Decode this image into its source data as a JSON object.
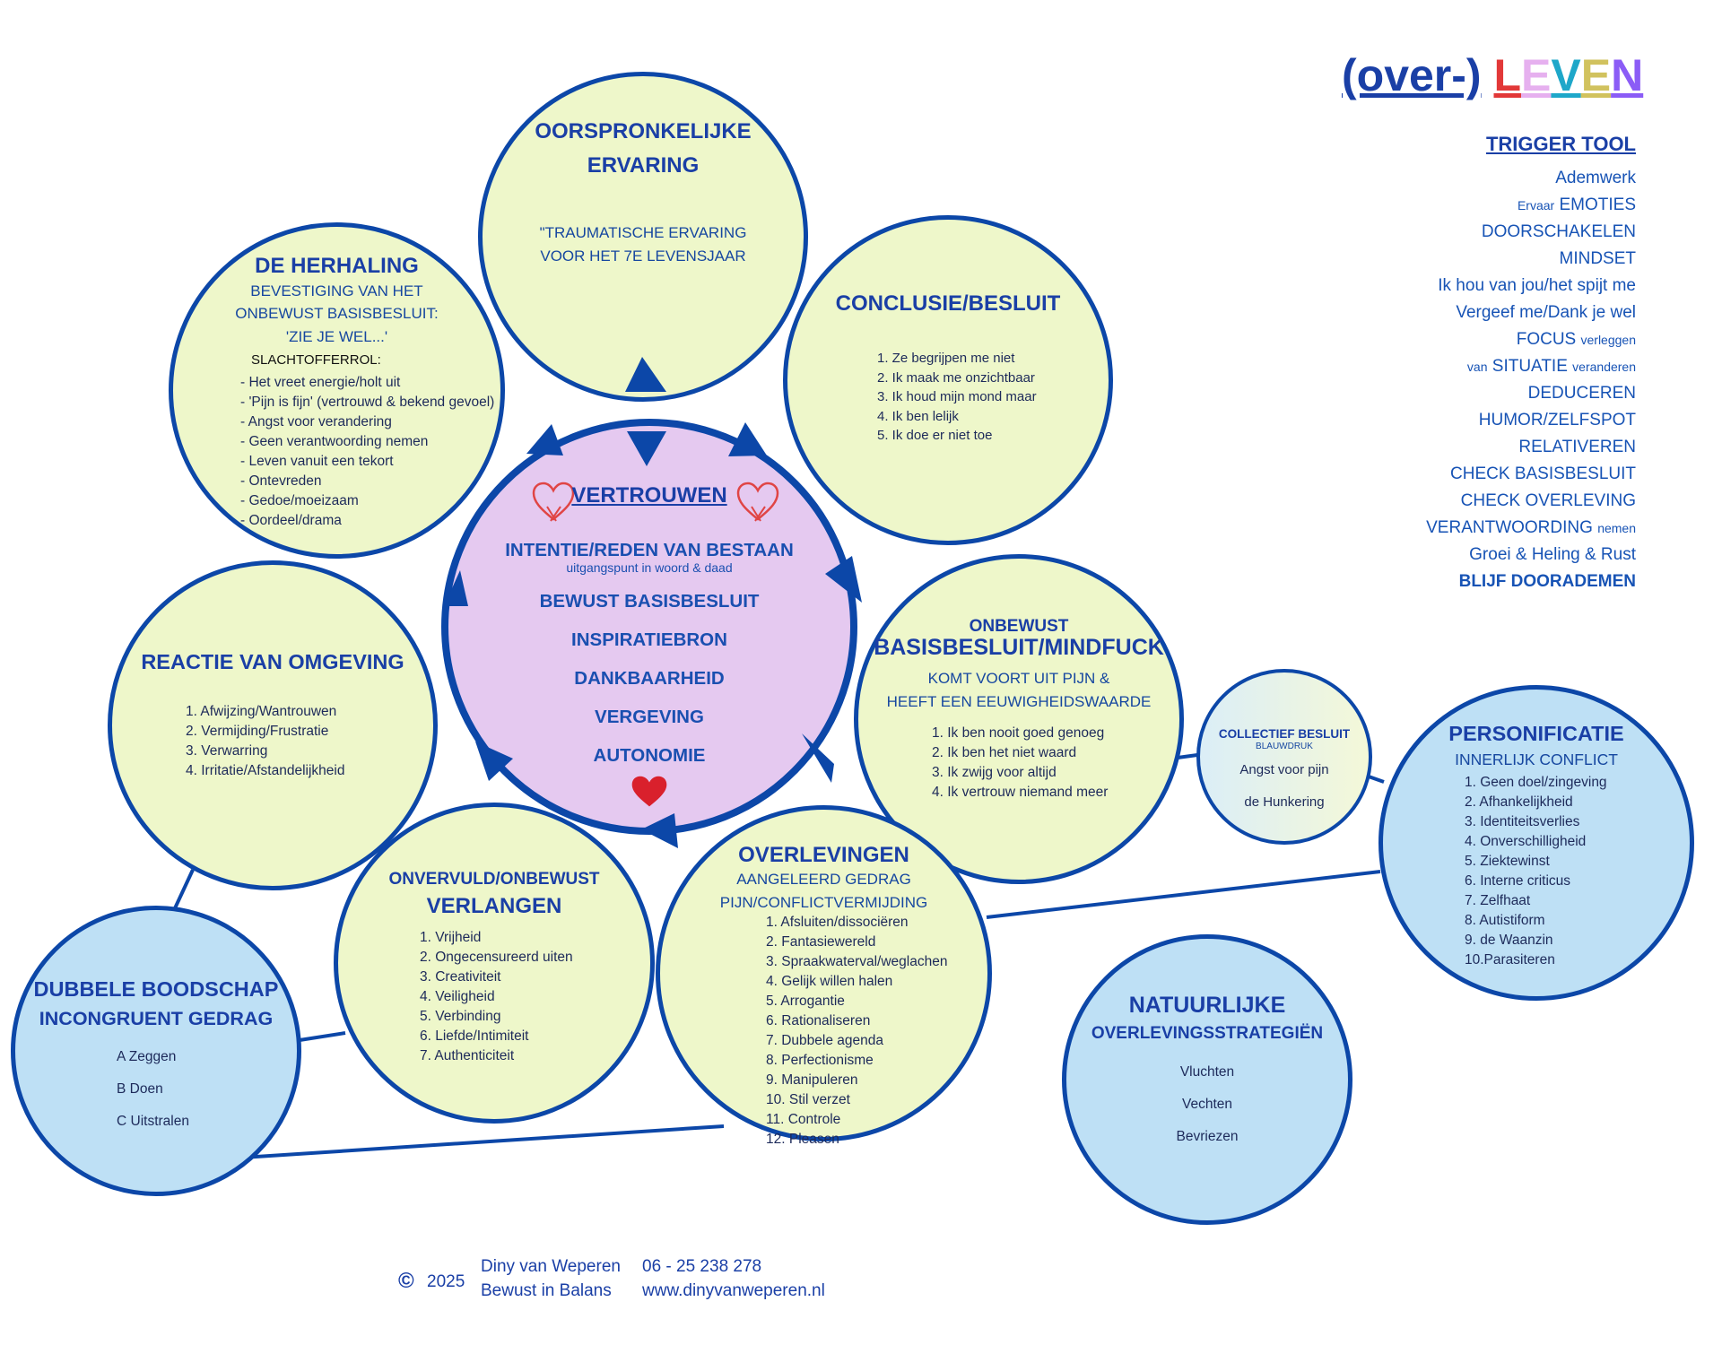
{
  "brand": {
    "prefix": "(over-)",
    "letters": [
      "L",
      "E",
      "V",
      "E",
      "N"
    ],
    "letter_colors": [
      "#e23838",
      "#e6b0ef",
      "#1ea7c9",
      "#d1c25e",
      "#8b5cf6"
    ],
    "prefix_color": "#1a3fa6"
  },
  "trigger_tool": {
    "title": "TRIGGER TOOL",
    "items": [
      {
        "pre": "",
        "main": "Ademwerk",
        "post": ""
      },
      {
        "pre": "Ervaar",
        "main": "EMOTIES",
        "post": ""
      },
      {
        "pre": "",
        "main": "DOORSCHAKELEN",
        "post": ""
      },
      {
        "pre": "",
        "main": "MINDSET",
        "post": ""
      },
      {
        "pre": "",
        "main": "Ik hou van jou/het spijt me",
        "post": ""
      },
      {
        "pre": "",
        "main": "Vergeef me/Dank je wel",
        "post": ""
      },
      {
        "pre": "",
        "main": "FOCUS",
        "post": "verleggen"
      },
      {
        "pre": "van",
        "main": "SITUATIE",
        "post": "veranderen"
      },
      {
        "pre": "",
        "main": "DEDUCEREN",
        "post": ""
      },
      {
        "pre": "",
        "main": "HUMOR/ZELFSPOT",
        "post": ""
      },
      {
        "pre": "",
        "main": "RELATIVEREN",
        "post": ""
      },
      {
        "pre": "",
        "main": "CHECK BASISBESLUIT",
        "post": ""
      },
      {
        "pre": "",
        "main": "CHECK OVERLEVING",
        "post": ""
      },
      {
        "pre": "",
        "main": "VERANTWOORDING",
        "post": "nemen"
      },
      {
        "pre": "",
        "main": "Groei & Heling & Rust",
        "post": ""
      },
      {
        "pre": "",
        "main": "BLIJF DOORADEMEN",
        "post": ""
      }
    ]
  },
  "oorspronkelijk": {
    "title1": "OORSPRONKELIJKE",
    "title2": "ERVARING",
    "sub1": "\"TRAUMATISCHE ERVARING",
    "sub2": "VOOR HET 7E LEVENSJAAR"
  },
  "herhaling": {
    "title": "DE HERHALING",
    "sub1": "BEVESTIGING VAN HET",
    "sub2": "ONBEWUST BASISBESLUIT:",
    "sub3": "'ZIE JE WEL...'",
    "role": "SLACHTOFFERROL:",
    "items": [
      "- Het vreet energie/holt uit",
      "- 'Pijn is fijn' (vertrouwd & bekend gevoel)",
      "- Angst voor verandering",
      "- Geen verantwoording nemen",
      "- Leven vanuit een tekort",
      "- Ontevreden",
      "- Gedoe/moeizaam",
      "- Oordeel/drama"
    ]
  },
  "conclusie": {
    "title": "CONCLUSIE/BESLUIT",
    "items": [
      "1. Ze begrijpen me niet",
      "2. Ik maak me onzichtbaar",
      "3. Ik houd mijn mond maar",
      "4. Ik ben lelijk",
      "5. Ik doe er niet toe"
    ]
  },
  "center": {
    "title": "VERTROUWEN",
    "intentie": "INTENTIE/REDEN VAN BESTAAN",
    "intentie_sub": "uitgangspunt in woord & daad",
    "lines": [
      "BEWUST BASISBESLUIT",
      "INSPIRATIEBRON",
      "DANKBAARHEID",
      "VERGEVING",
      "AUTONOMIE"
    ]
  },
  "onbewust": {
    "label": "ONBEWUST",
    "title": "BASISBESLUIT/MINDFUCK",
    "sub1": "KOMT VOORT UIT PIJN &",
    "sub2": "HEEFT EEN EEUWIGHEIDSWAARDE",
    "items": [
      "1. Ik ben nooit goed genoeg",
      "2. Ik ben het niet waard",
      "3. Ik zwijg voor altijd",
      "4. Ik vertrouw niemand meer"
    ]
  },
  "reactie": {
    "title": "REACTIE VAN OMGEVING",
    "items": [
      "1. Afwijzing/Wantrouwen",
      "2. Vermijding/Frustratie",
      "3. Verwarring",
      "4. Irritatie/Afstandelijkheid"
    ]
  },
  "collectief": {
    "title": "COLLECTIEF BESLUIT",
    "sub": "BLAUWDRUK",
    "line1": "Angst voor pijn",
    "line2": "de Hunkering"
  },
  "personificatie": {
    "title": "PERSONIFICATIE",
    "sub": "INNERLIJK CONFLICT",
    "items": [
      "1. Geen doel/zingeving",
      "2. Afhankelijkheid",
      "3. Identiteitsverlies",
      "4. Onverschilligheid",
      "5. Ziektewinst",
      "6. Interne criticus",
      "7. Zelfhaat",
      "8. Autistiform",
      "9. de Waanzin",
      "10.Parasiteren"
    ]
  },
  "verlangen": {
    "title1": "ONVERVULD/ONBEWUST",
    "title2": "VERLANGEN",
    "items": [
      "1. Vrijheid",
      "2. Ongecensureerd uiten",
      "3. Creativiteit",
      "4. Veiligheid",
      "5. Verbinding",
      "6. Liefde/Intimiteit",
      "7. Authenticiteit"
    ]
  },
  "overlevingen": {
    "title": "OVERLEVINGEN",
    "sub1": "AANGELEERD GEDRAG",
    "sub2": "PIJN/CONFLICTVERMIJDING",
    "items": [
      "1. Afsluiten/dissociëren",
      "2. Fantasiewereld",
      "3. Spraakwaterval/weglachen",
      "4. Gelijk willen halen",
      "5. Arrogantie",
      "6. Rationaliseren",
      "7. Dubbele agenda",
      "8. Perfectionisme",
      "9. Manipuleren",
      "10. Stil verzet",
      "11. Controle",
      "12. Pleasen"
    ]
  },
  "dubbele": {
    "title1": "DUBBELE BOODSCHAP",
    "title2": "INCONGRUENT GEDRAG",
    "items": [
      "A Zeggen",
      "B Doen",
      "C Uitstralen"
    ]
  },
  "natuurlijke": {
    "title1": "NATUURLIJKE",
    "title2": "OVERLEVINGSSTRATEGIËN",
    "items": [
      "Vluchten",
      "Vechten",
      "Bevriezen"
    ]
  },
  "footer": {
    "copyright_symbol": "©",
    "year": "2025",
    "name": "Diny van Weperen",
    "company": "Bewust in Balans",
    "phone": "06 - 25 238 278",
    "website": "www.dinyvanweperen.nl"
  },
  "colors": {
    "border": "#0c47a8",
    "green_fill": "#eef7ca",
    "blue_fill": "#bee0f5",
    "purple_fill": "#e5c9f0",
    "text_blue": "#1a3fa6",
    "heart_red": "#d9202c"
  }
}
